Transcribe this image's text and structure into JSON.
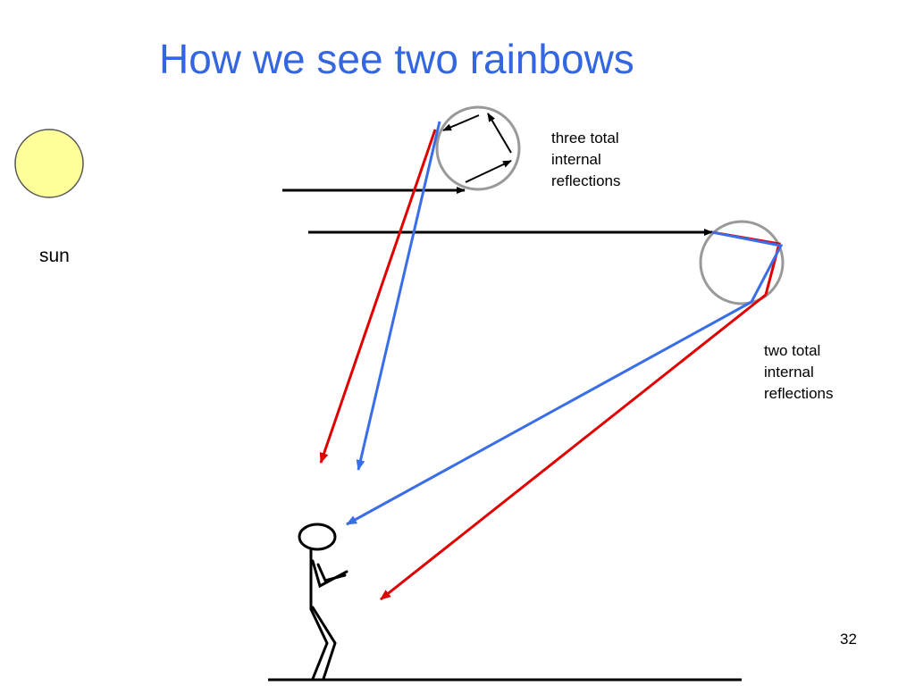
{
  "slide": {
    "title": "How we see two rainbows",
    "page_number": "32"
  },
  "labels": {
    "sun": "sun",
    "three_reflections": [
      "three total",
      "internal",
      "reflections"
    ],
    "two_reflections": [
      "two total",
      "internal",
      "reflections"
    ]
  },
  "colors": {
    "title": "#3366e0",
    "red_ray": "#e00000",
    "blue_ray": "#3a6ee8",
    "incoming_ray": "#000000",
    "droplet_outline": "#999999",
    "sun_fill": "#ffff99"
  }
}
